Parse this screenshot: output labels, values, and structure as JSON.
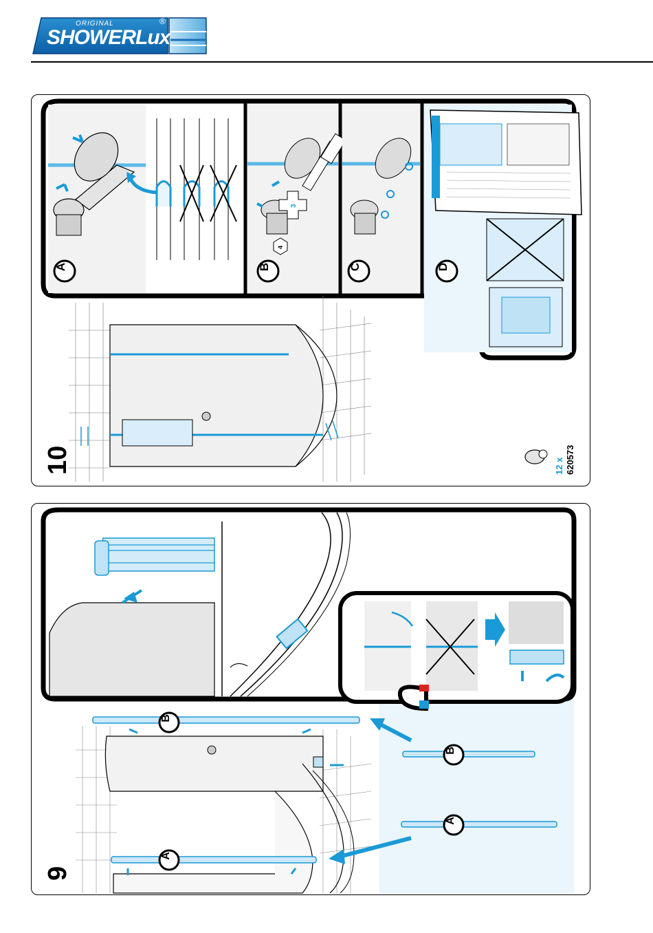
{
  "brand": {
    "original": "ORIGINAL",
    "name": "SHOWERLux",
    "registered": "®"
  },
  "step10": {
    "number": "10",
    "panel_labels": [
      "A",
      "B",
      "C",
      "D"
    ],
    "tool_size_hex": "4",
    "tool_size_screw": "3",
    "parts_qty": "12 x",
    "parts_code": "620573"
  },
  "step9": {
    "number": "9",
    "profile_labels": [
      "A",
      "B"
    ]
  },
  "colors": {
    "accent_blue": "#1a9ad6",
    "light_blue": "#cfe9f7",
    "magnet_red": "#d9261c",
    "outline": "#000000"
  }
}
